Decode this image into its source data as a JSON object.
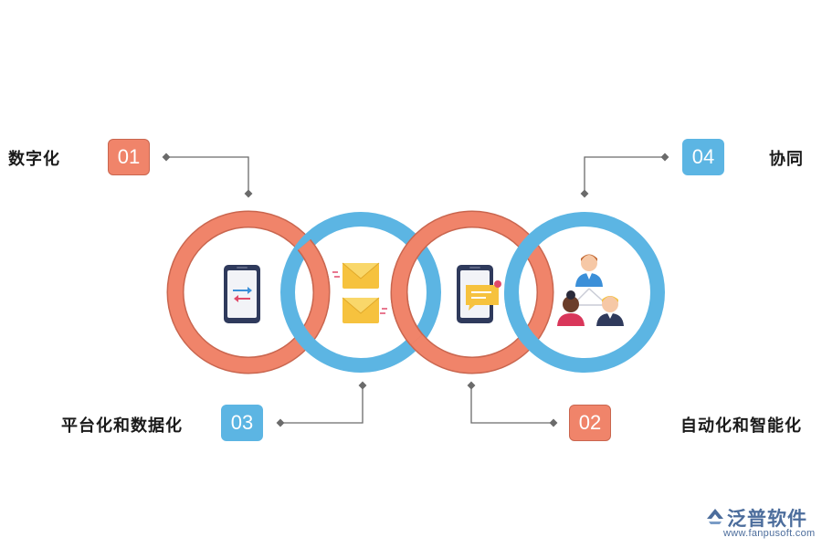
{
  "steps": [
    {
      "number": "01",
      "label": "数字化"
    },
    {
      "number": "02",
      "label": "自动化和智能化"
    },
    {
      "number": "03",
      "label": "平台化和数据化"
    },
    {
      "number": "04",
      "label": "协同"
    }
  ],
  "colors": {
    "orange": "#f0846a",
    "orange_dark": "#c9664f",
    "blue": "#5cb5e3",
    "connector": "#6b6b6b"
  },
  "icons": [
    "transfer-phone-icon",
    "mail-icon",
    "chat-phone-icon",
    "team-icon"
  ],
  "logo": {
    "brand": "泛普软件",
    "url": "www.fanpusoft.com"
  }
}
